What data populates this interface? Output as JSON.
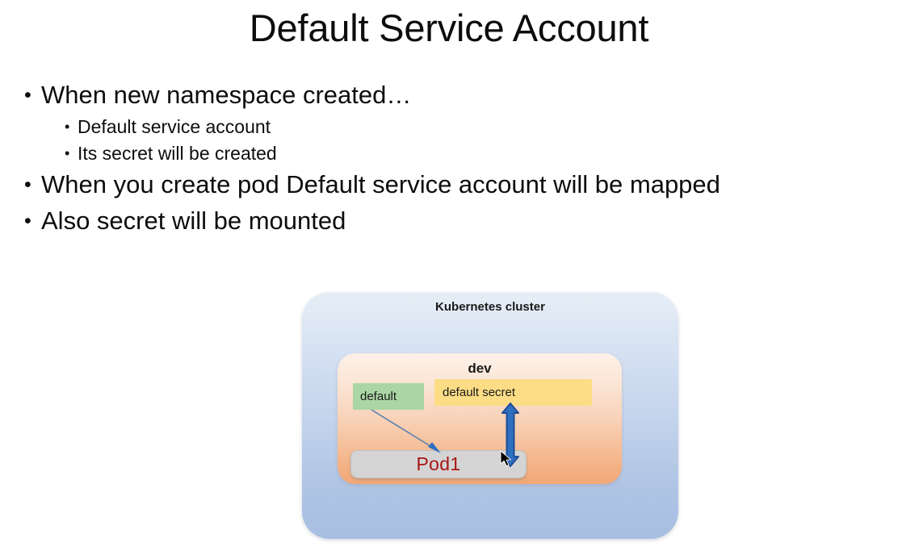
{
  "slide": {
    "title": "Default Service Account",
    "bullets": [
      {
        "level": 1,
        "marker": "•",
        "text": "When new namespace created…"
      },
      {
        "level": 2,
        "marker": "•",
        "text": "Default service account"
      },
      {
        "level": 2,
        "marker": "•",
        "text": "Its secret will be created"
      },
      {
        "level": 1,
        "marker": "•",
        "text": "When you create pod Default service account will be mapped"
      },
      {
        "level": 1,
        "marker": "•",
        "text": "Also secret will be mounted"
      }
    ]
  },
  "diagram": {
    "cluster_label": "Kubernetes cluster",
    "namespace_label": "dev",
    "service_account_chip": "default",
    "secret_chip": "default secret",
    "pod_label": "Pod1",
    "colors": {
      "cluster_fill_top": "#e6edf6",
      "cluster_fill_bottom": "#a7bee2",
      "namespace_fill_top": "#fdf1e8",
      "namespace_fill_bottom": "#f2a877",
      "service_account_fill": "#aad6a4",
      "secret_fill": "#fcdd86",
      "pod_fill": "#d4d4d4",
      "pod_text": "#a81414",
      "mount_arrow": "#2f6fc0",
      "mount_arrow_outline": "#1f4e96",
      "map_arrow": "#5b7fae"
    },
    "annotations": {
      "mount_arrow_name": "secret mounted into pod (bidirectional)",
      "map_arrow_name": "default service account mapped to pod"
    }
  }
}
